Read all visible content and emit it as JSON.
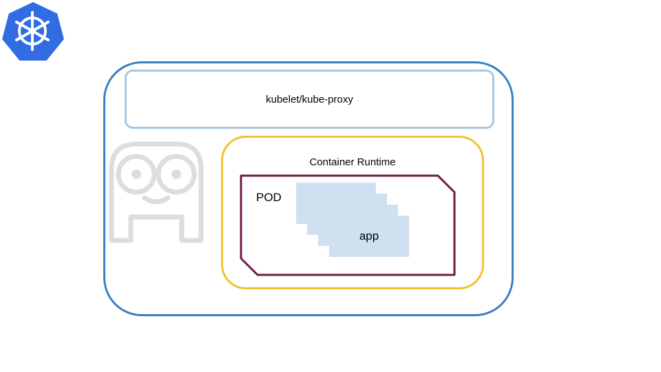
{
  "kubelet": {
    "label": "kubelet/kube-proxy"
  },
  "runtime": {
    "label": "Container Runtime"
  },
  "pod": {
    "label": "POD"
  },
  "app": {
    "label": "app"
  },
  "colors": {
    "node_border": "#3c7fc2",
    "kubelet_border": "#a6c8e4",
    "runtime_border": "#f0c232",
    "pod_border": "#6b1b45",
    "app_fill": "#cfe0f1",
    "logo_fill": "#326ce5",
    "mascot_stroke": "#dddddd"
  },
  "icons": {
    "logo": "kubernetes-helm-icon",
    "mascot": "node-mascot-icon"
  }
}
